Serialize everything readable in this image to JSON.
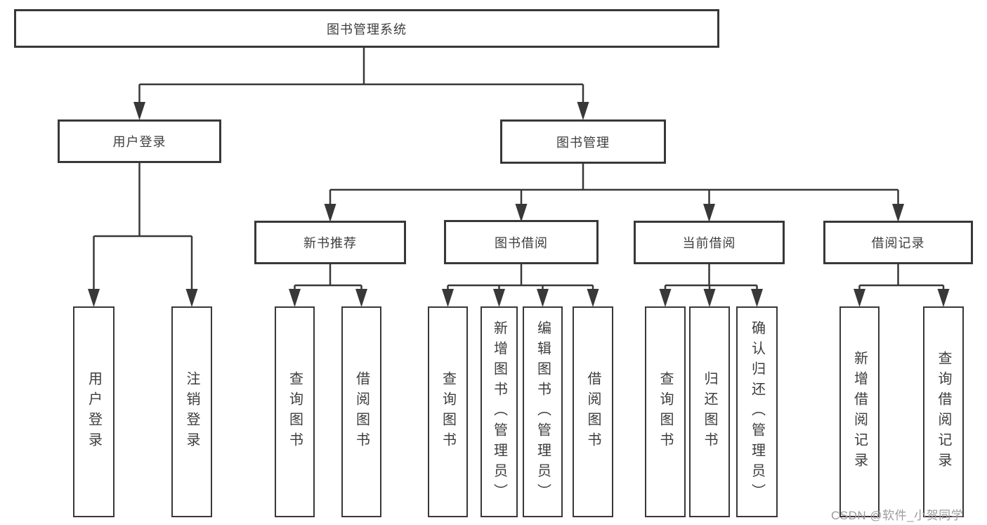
{
  "tree": {
    "label": "图书管理系统",
    "children": [
      {
        "label": "用户登录",
        "children": [
          {
            "label": "用户登录"
          },
          {
            "label": "注销登录"
          }
        ]
      },
      {
        "label": "图书管理",
        "children": [
          {
            "label": "新书推荐",
            "children": [
              {
                "label": "查询图书"
              },
              {
                "label": "借阅图书"
              }
            ]
          },
          {
            "label": "图书借阅",
            "children": [
              {
                "label": "查询图书"
              },
              {
                "label": "新增图书（管理员）"
              },
              {
                "label": "编辑图书（管理员）"
              },
              {
                "label": "借阅图书"
              }
            ]
          },
          {
            "label": "当前借阅",
            "children": [
              {
                "label": "查询图书"
              },
              {
                "label": "归还图书"
              },
              {
                "label": "确认归还（管理员）"
              }
            ]
          },
          {
            "label": "借阅记录",
            "children": [
              {
                "label": "新增借阅记录"
              },
              {
                "label": "查询借阅记录"
              }
            ]
          }
        ]
      }
    ]
  },
  "watermark": {
    "text": "CSDN @软件_小贺同学"
  },
  "colors": {
    "line": "#383838",
    "box_border": "#383838",
    "text": "#3d3d3d",
    "watermark": "#9b9b9b",
    "background": "#ffffff"
  }
}
